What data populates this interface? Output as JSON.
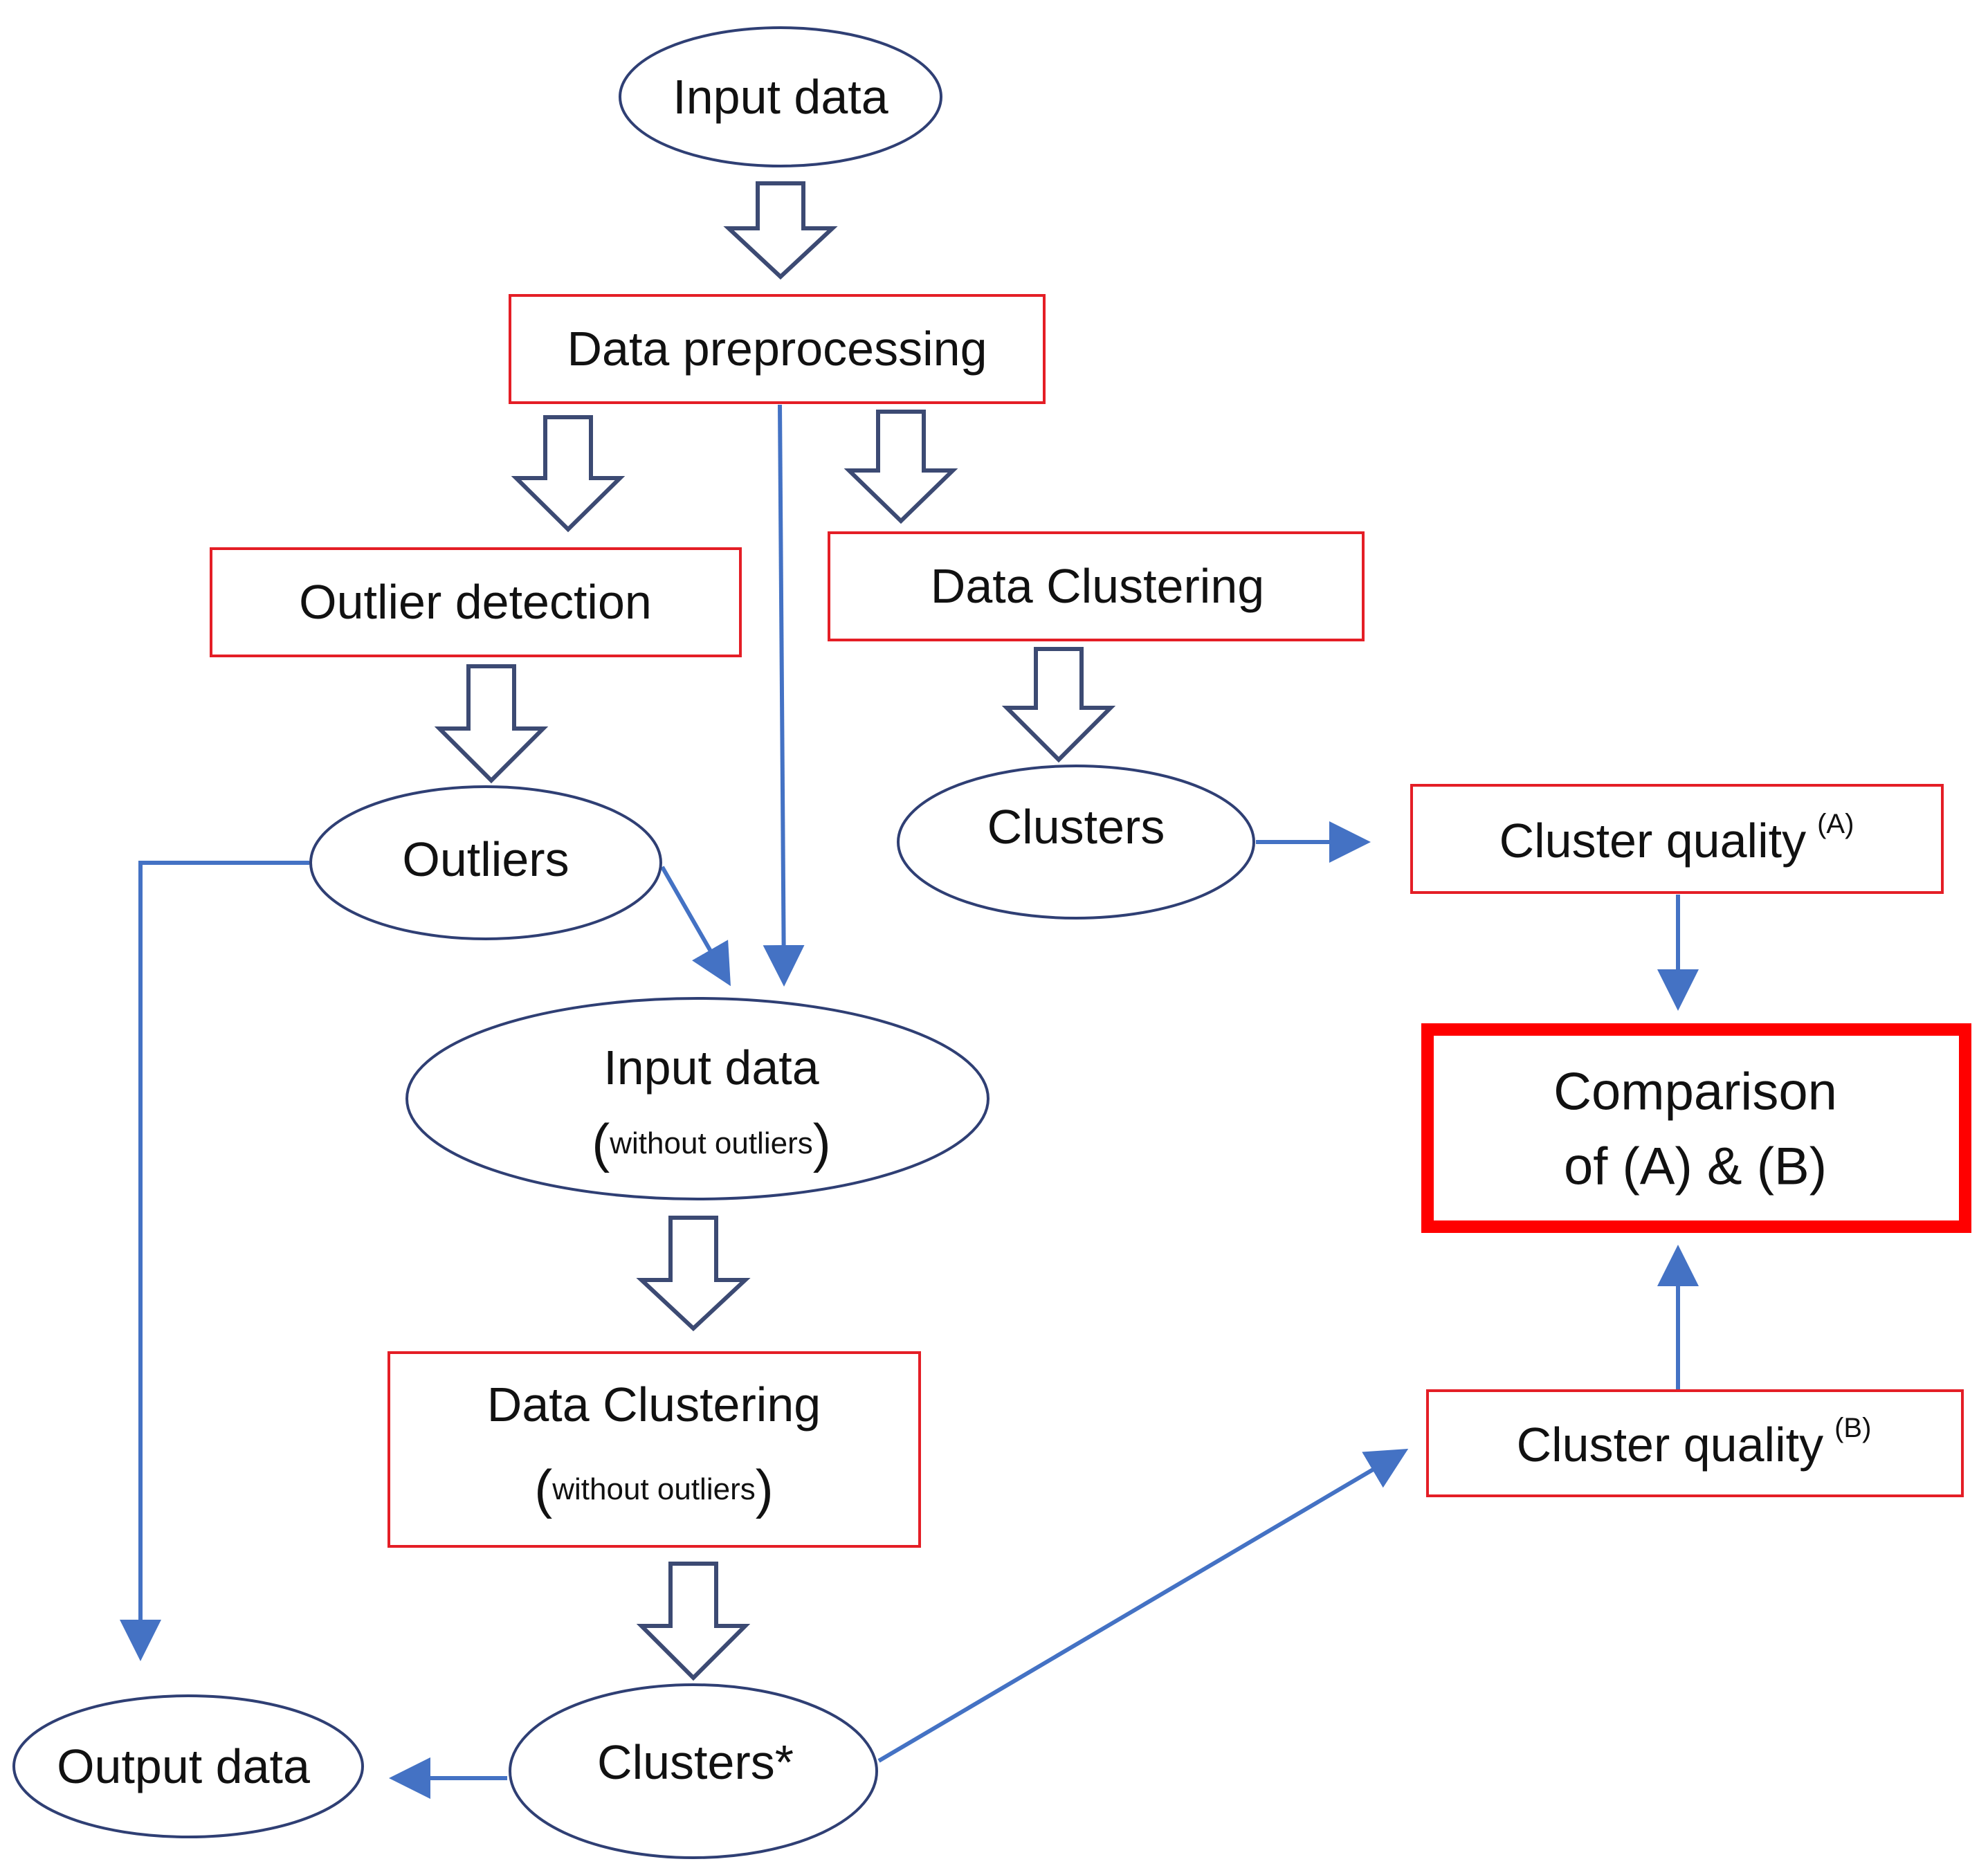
{
  "colors": {
    "box_border": "#e41e26",
    "emphasis_border": "#ff0000",
    "ellipse_border": "#2f3f74",
    "connector": "#4472c4",
    "block_arrow_outline": "#3c4a73",
    "block_arrow_fill": "#ffffff"
  },
  "nodes": {
    "input_data": {
      "label": "Input data"
    },
    "data_preprocessing": {
      "label": "Data preprocessing"
    },
    "outlier_detection": {
      "label": "Outlier detection"
    },
    "data_clustering_top": {
      "label": "Data Clustering"
    },
    "outliers": {
      "label": "Outliers"
    },
    "clusters_top": {
      "label": "Clusters"
    },
    "cluster_quality_a": {
      "label": "Cluster quality",
      "superscript": "(A)"
    },
    "input_data_clean": {
      "label": "Input data",
      "paren_open": "(",
      "note": "without outliers",
      "paren_close": ")"
    },
    "comparison": {
      "line1": "Comparison",
      "line2": "of (A) & (B)"
    },
    "data_clustering_clean": {
      "label": "Data Clustering",
      "paren_open": "(",
      "note": "without outliers",
      "paren_close": ")"
    },
    "cluster_quality_b": {
      "label": "Cluster quality",
      "superscript": "(B)"
    },
    "clusters_star": {
      "label": "Clusters*"
    },
    "output_data": {
      "label": "Output data"
    }
  },
  "edges": [
    {
      "from": "input_data",
      "to": "data_preprocessing",
      "style": "block-arrow"
    },
    {
      "from": "data_preprocessing",
      "to": "outlier_detection",
      "style": "block-arrow"
    },
    {
      "from": "data_preprocessing",
      "to": "data_clustering_top",
      "style": "block-arrow"
    },
    {
      "from": "data_preprocessing",
      "to": "input_data_clean",
      "style": "thin-arrow"
    },
    {
      "from": "outlier_detection",
      "to": "outliers",
      "style": "block-arrow"
    },
    {
      "from": "data_clustering_top",
      "to": "clusters_top",
      "style": "block-arrow"
    },
    {
      "from": "outliers",
      "to": "input_data_clean",
      "style": "thin-arrow"
    },
    {
      "from": "outliers",
      "to": "output_data",
      "style": "thin-arrow"
    },
    {
      "from": "clusters_top",
      "to": "cluster_quality_a",
      "style": "thin-arrow"
    },
    {
      "from": "cluster_quality_a",
      "to": "comparison",
      "style": "thin-arrow"
    },
    {
      "from": "input_data_clean",
      "to": "data_clustering_clean",
      "style": "block-arrow"
    },
    {
      "from": "data_clustering_clean",
      "to": "clusters_star",
      "style": "block-arrow"
    },
    {
      "from": "clusters_star",
      "to": "output_data",
      "style": "thin-arrow"
    },
    {
      "from": "clusters_star",
      "to": "cluster_quality_b",
      "style": "thin-arrow"
    },
    {
      "from": "cluster_quality_b",
      "to": "comparison",
      "style": "thin-arrow"
    }
  ]
}
